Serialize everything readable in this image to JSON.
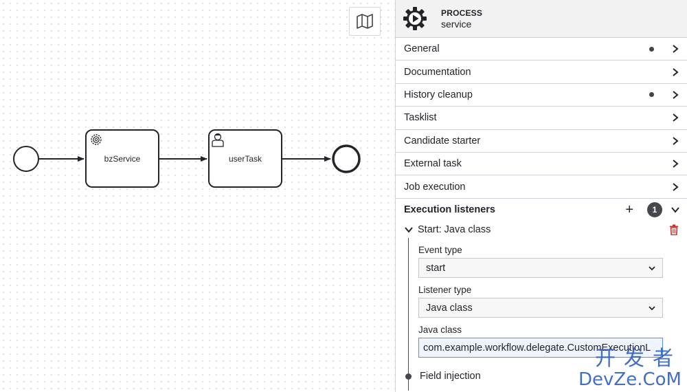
{
  "diagram": {
    "tasks": [
      {
        "label": "bzService",
        "kind": "service-task"
      },
      {
        "label": "userTask",
        "kind": "user-task"
      }
    ]
  },
  "panel": {
    "header": {
      "type": "PROCESS",
      "name": "service"
    },
    "groups": [
      {
        "title": "General",
        "has_dot": true
      },
      {
        "title": "Documentation",
        "has_dot": false
      },
      {
        "title": "History cleanup",
        "has_dot": true
      },
      {
        "title": "Tasklist",
        "has_dot": false
      },
      {
        "title": "Candidate starter",
        "has_dot": false
      },
      {
        "title": "External task",
        "has_dot": false
      },
      {
        "title": "Job execution",
        "has_dot": false
      }
    ],
    "execution_listeners": {
      "title": "Execution listeners",
      "add_label": "+",
      "count": "1",
      "listener": {
        "title": "Start: Java class",
        "event_type_label": "Event type",
        "event_type_value": "start",
        "listener_type_label": "Listener type",
        "listener_type_value": "Java class",
        "java_class_label": "Java class",
        "java_class_value": "com.example.workflow.delegate.CustomExecutionL",
        "field_injection_label": "Field injection"
      }
    }
  },
  "watermark": {
    "cn": "开发者",
    "en": "DevZe.CoM"
  },
  "colors": {
    "accent": "#4d90ff",
    "danger": "#d42a2a",
    "badge": "#45494e"
  }
}
